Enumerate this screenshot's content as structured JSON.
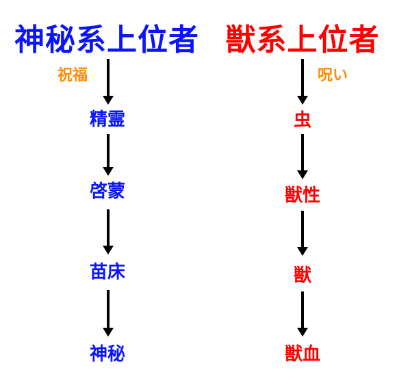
{
  "colors": {
    "mystic": "#0a14ff",
    "beast": "#ff0000",
    "label": "#ff8c00",
    "arrow": "#000000"
  },
  "mystic_column": {
    "title": "神秘系上位者",
    "edge_label": "祝福",
    "nodes": [
      "精霊",
      "啓蒙",
      "苗床",
      "神秘"
    ]
  },
  "beast_column": {
    "title": "獣系上位者",
    "edge_label": "呪い",
    "nodes": [
      "虫",
      "獣性",
      "獣",
      "獣血"
    ]
  }
}
